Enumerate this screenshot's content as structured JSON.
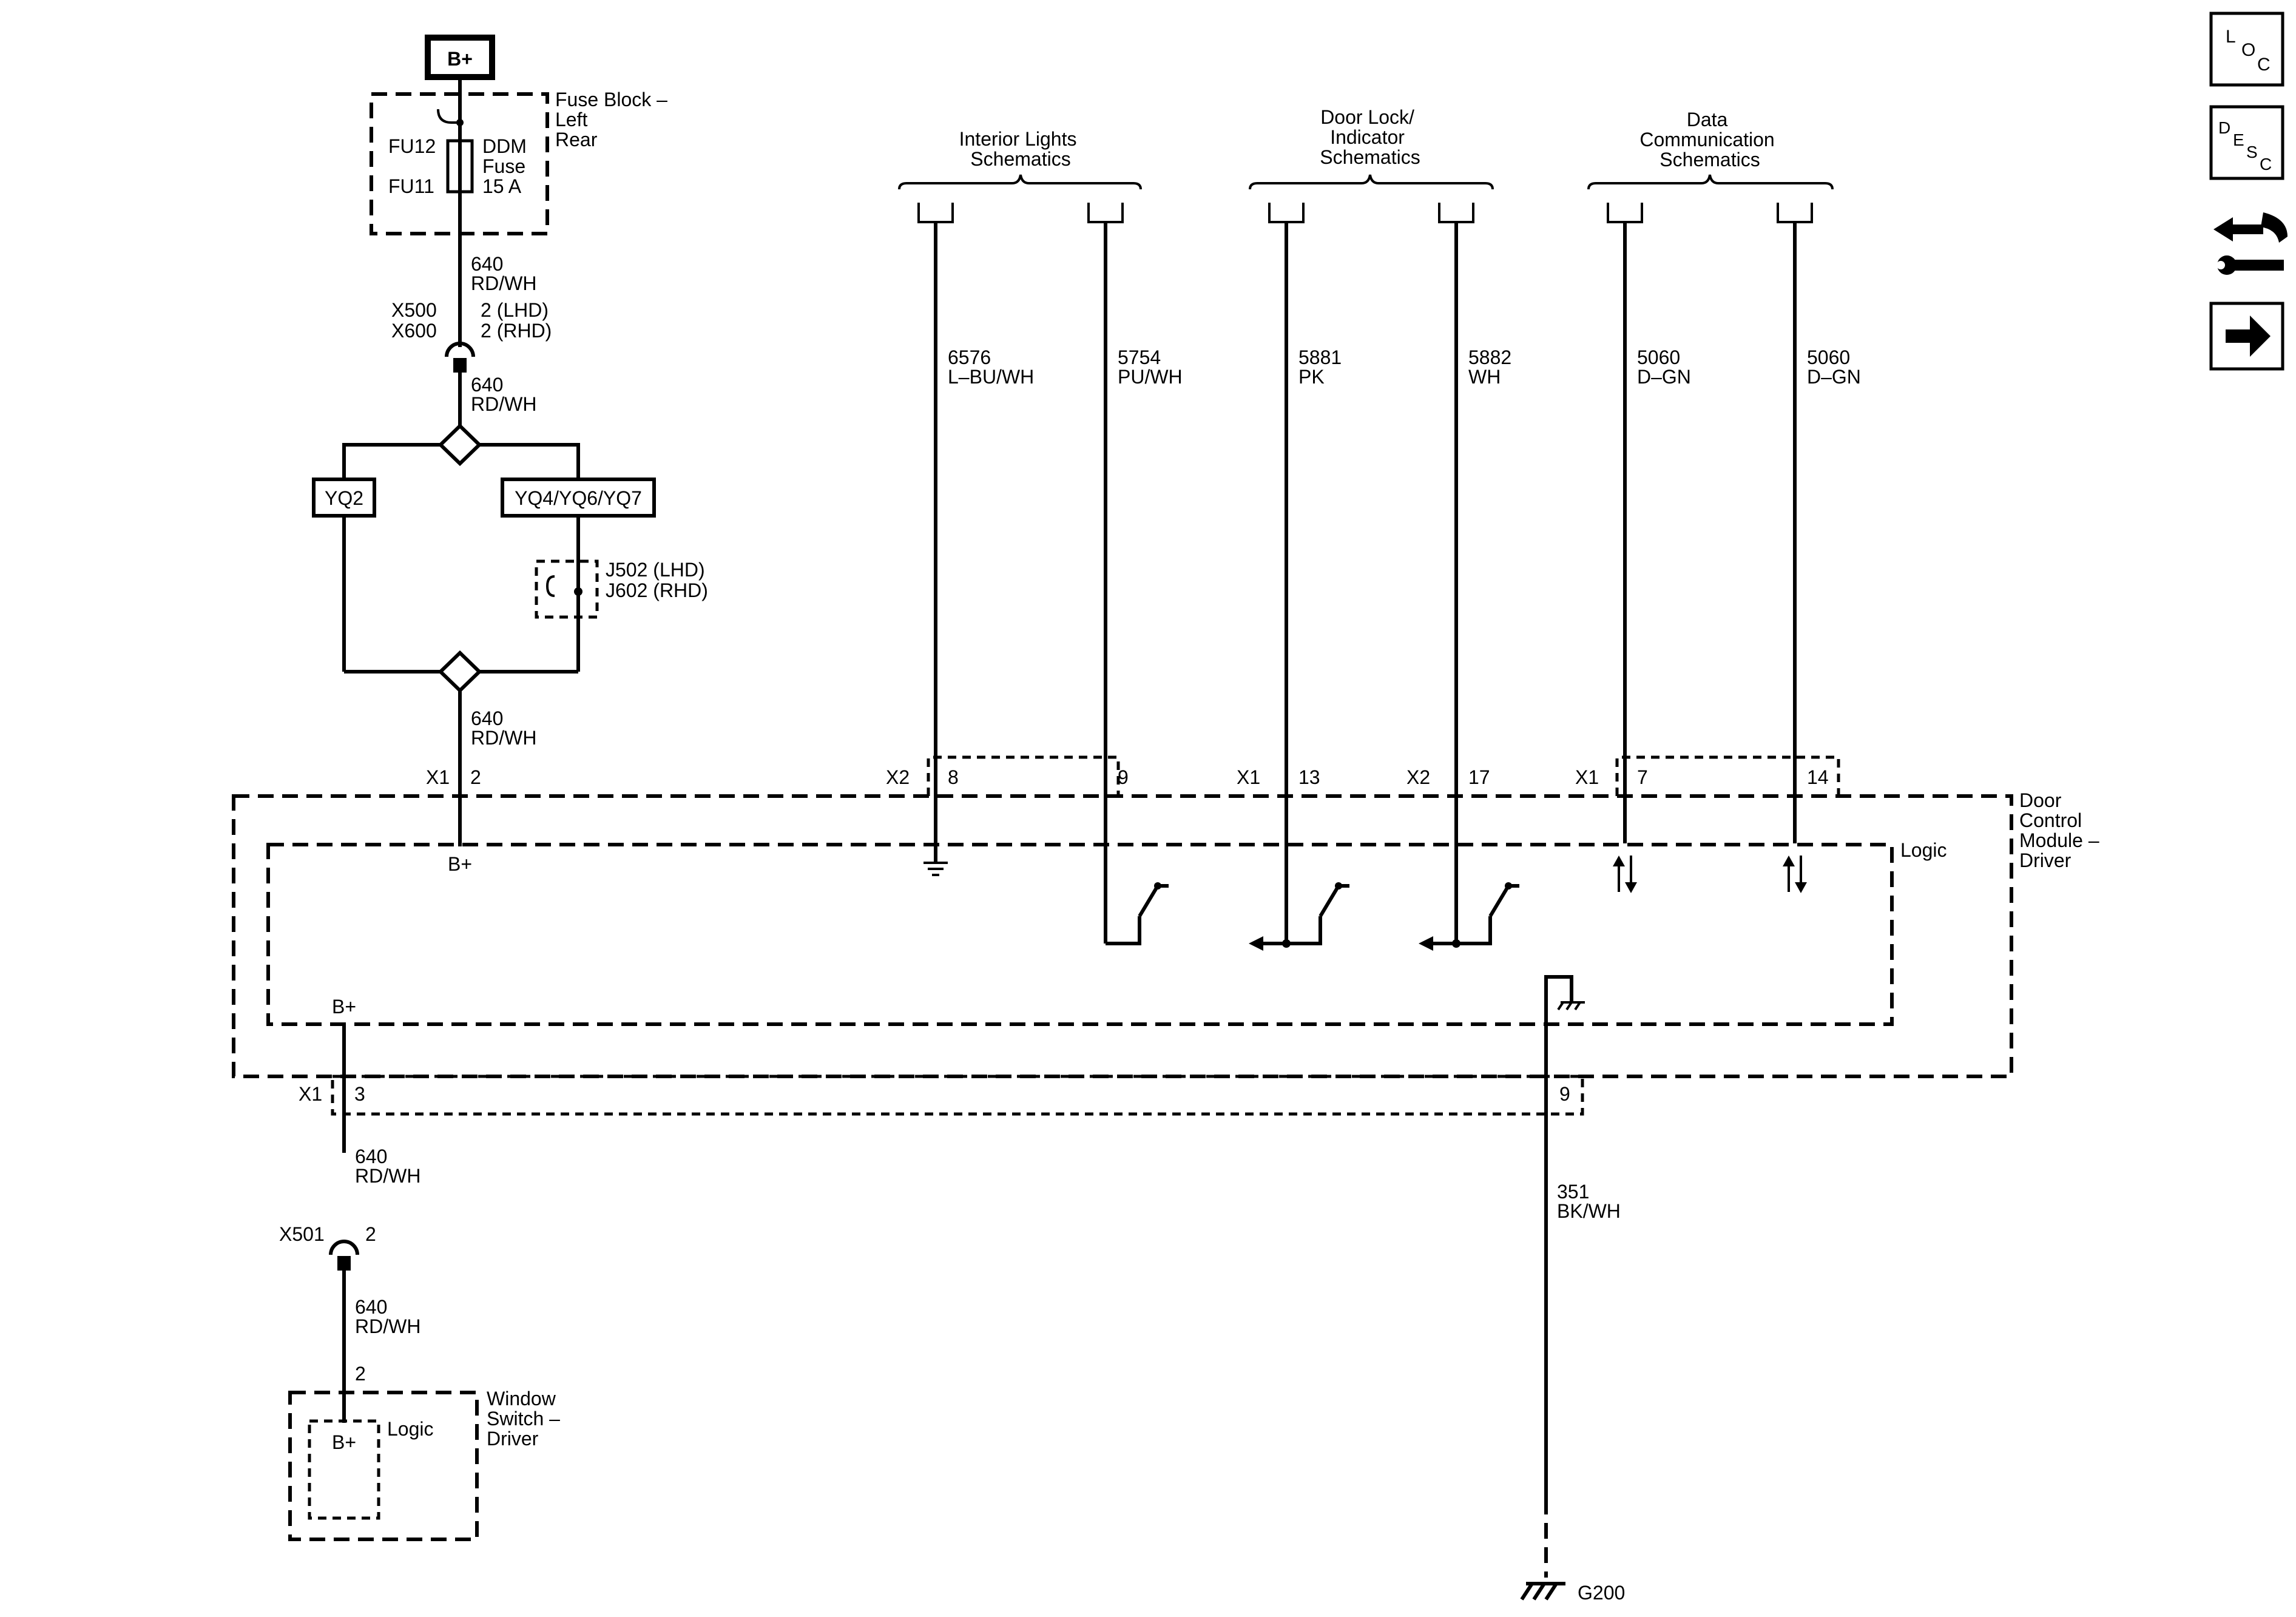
{
  "power": {
    "source": "B+"
  },
  "fuse_block": {
    "name": "Fuse Block –\nLeft\nRear",
    "fu_a": "FU12",
    "fu_b": "FU11",
    "fuse": "DDM\nFuse\n15 A"
  },
  "wire_640": {
    "circuit": "640",
    "color": "RD/WH"
  },
  "x500": {
    "name": "X500",
    "pin": "2 (LHD)"
  },
  "x600": {
    "name": "X600",
    "pin": "2 (RHD)"
  },
  "options": {
    "left": "YQ2",
    "right": "YQ4/YQ6/YQ7"
  },
  "jumper": {
    "lhd": "J502 (LHD)",
    "rhd": "J602 (RHD)"
  },
  "references": [
    {
      "label": "Interior Lights\nSchematics"
    },
    {
      "label": "Door Lock/\nIndicator\nSchematics"
    },
    {
      "label": "Data\nCommunication\nSchematics"
    }
  ],
  "wires": [
    {
      "circuit": "6576",
      "color": "L–BU/WH",
      "connector": "X2",
      "pin": "8"
    },
    {
      "circuit": "5754",
      "color": "PU/WH",
      "connector": "",
      "pin": "9"
    },
    {
      "circuit": "5881",
      "color": "PK",
      "connector": "X1",
      "pin": "13"
    },
    {
      "circuit": "5882",
      "color": "WH",
      "connector": "X2",
      "pin": "17"
    },
    {
      "circuit": "5060",
      "color": "D–GN",
      "connector": "X1",
      "pin": "7"
    },
    {
      "circuit": "5060",
      "color": "D–GN",
      "connector": "",
      "pin": "14"
    }
  ],
  "module": {
    "name": "Door\nControl\nModule –\nDriver",
    "logic": "Logic",
    "bplus_top": "B+",
    "bplus_bottom": "B+",
    "top_connector": "X1",
    "top_pin": "2",
    "bottom_connector": "X1",
    "bottom_pin": "3",
    "ground_pin": "9"
  },
  "ground_wire": {
    "circuit": "351",
    "color": "BK/WH"
  },
  "x501": {
    "name": "X501",
    "pin": "2"
  },
  "window_switch": {
    "name": "Window\nSwitch –\nDriver",
    "logic": "Logic",
    "bplus": "B+",
    "pin": "2"
  },
  "ground": {
    "name": "G200"
  },
  "side_buttons": [
    {
      "name": "location-button",
      "letters": [
        "L",
        "O",
        "C"
      ]
    },
    {
      "name": "description-button",
      "letters": [
        "D",
        "E",
        "S",
        "C"
      ]
    }
  ],
  "icons": [
    "location-icon",
    "description-icon",
    "diagnostic-tool-icon",
    "next-arrow-icon"
  ]
}
